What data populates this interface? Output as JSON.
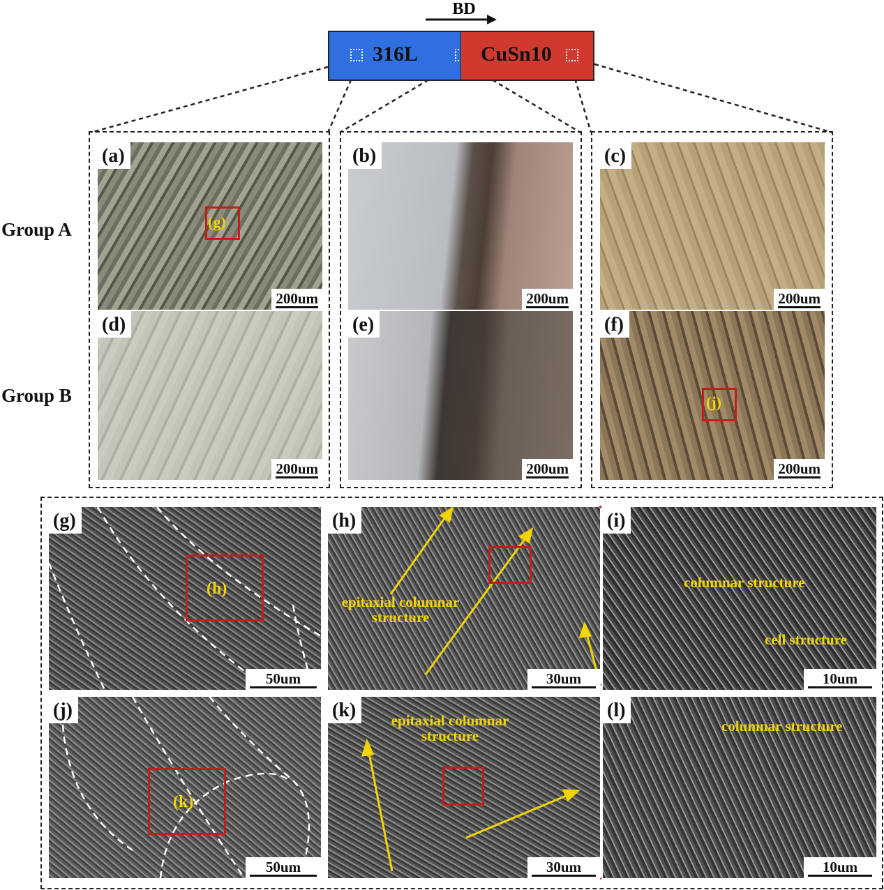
{
  "header": {
    "build_direction": "BD",
    "material_left": "316L",
    "material_right": "CuSn10",
    "color_left": "#2f6fe0",
    "color_right": "#d0392e"
  },
  "groups": {
    "a": "Group A",
    "b": "Group B"
  },
  "panels": {
    "a": {
      "tag": "(a)",
      "scale": "200um",
      "inset": "(g)"
    },
    "b": {
      "tag": "(b)",
      "scale": "200um"
    },
    "c": {
      "tag": "(c)",
      "scale": "200um"
    },
    "d": {
      "tag": "(d)",
      "scale": "200um"
    },
    "e": {
      "tag": "(e)",
      "scale": "200um"
    },
    "f": {
      "tag": "(f)",
      "scale": "200um",
      "inset": "(j)"
    },
    "g": {
      "tag": "(g)",
      "scale": "50um",
      "inset": "(h)"
    },
    "h": {
      "tag": "(h)",
      "scale": "30um",
      "annot": [
        "epitaxial columnar",
        "structure"
      ]
    },
    "i": {
      "tag": "(i)",
      "scale": "10um",
      "annot1": "columnar structure",
      "annot2": "cell structure"
    },
    "j": {
      "tag": "(j)",
      "scale": "50um",
      "inset": "(k)"
    },
    "k": {
      "tag": "(k)",
      "scale": "30um",
      "annot": [
        "epitaxial columnar",
        "structure"
      ]
    },
    "l": {
      "tag": "(l)",
      "scale": "10um",
      "annot1": "columnar structure"
    }
  },
  "colors": {
    "highlight_box": "#c0201c",
    "annotation": "#f2d400"
  }
}
